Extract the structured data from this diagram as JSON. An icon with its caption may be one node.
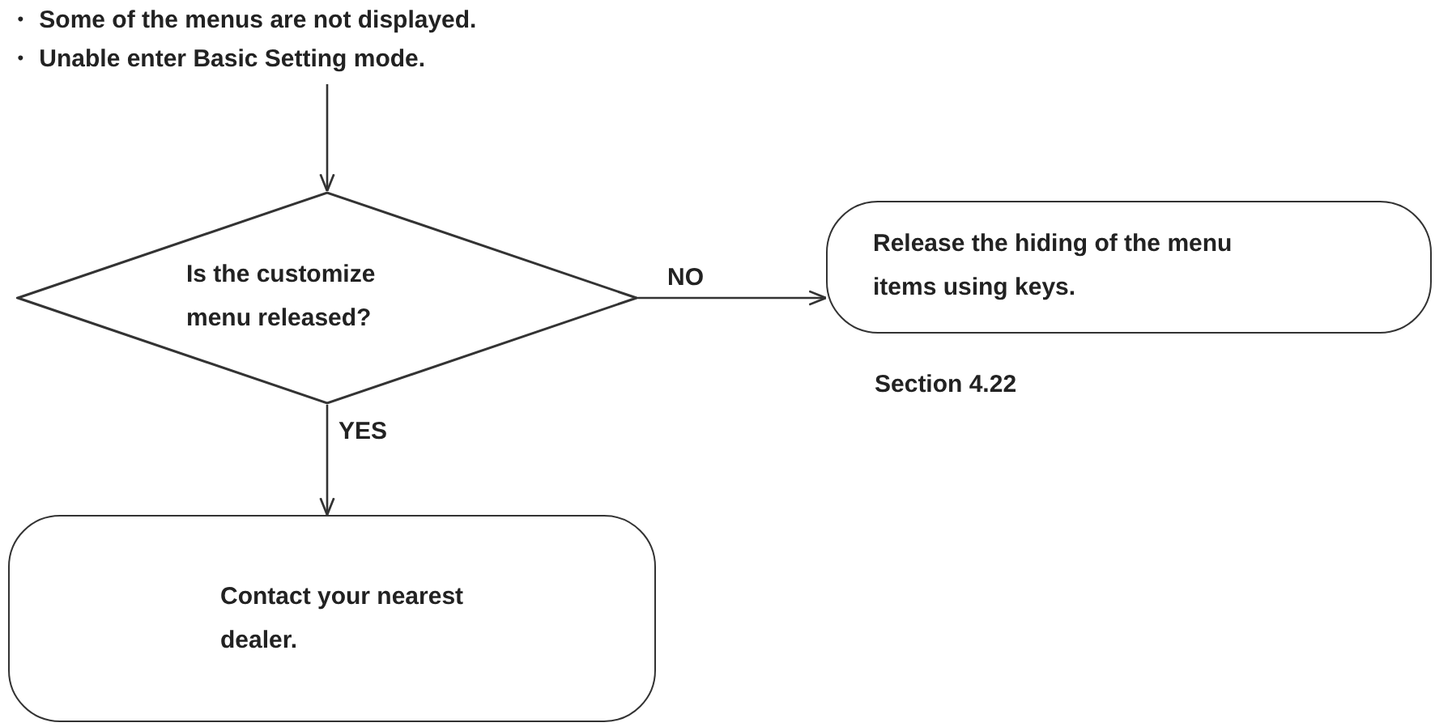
{
  "diagram": {
    "nodes": [
      {
        "text": [
          "・ Some of the menus are not displayed.",
          "・ Unable enter Basic Setting mode."
        ]
      },
      {
        "text": [
          "Is the customize menu released?"
        ]
      },
      {
        "text": [
          "Release the hiding of the menu items using keys."
        ],
        "beside": [
          "Section 4.22"
        ]
      },
      {
        "text": [
          "Contact your nearest dealer."
        ]
      }
    ],
    "edges": [
      {
        "from": 0,
        "to": 1,
        "arrow": "to"
      },
      {
        "from": 1,
        "to": 2,
        "arrow": "to",
        "label": "NO"
      },
      {
        "from": 1,
        "to": 3,
        "arrow": "to",
        "label": "YES"
      }
    ]
  }
}
